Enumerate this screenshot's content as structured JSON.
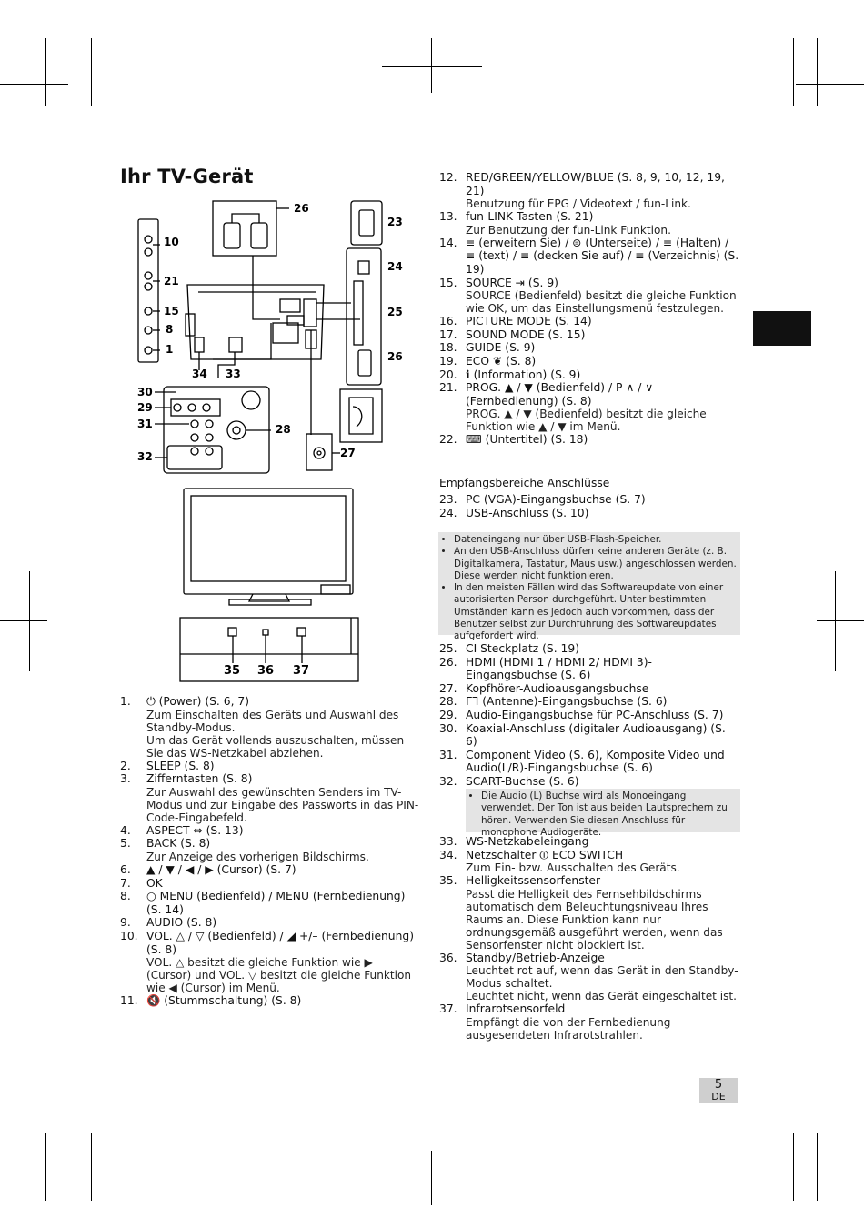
{
  "page_title": "Ihr TV-Gerät",
  "page_number": "5",
  "page_lang": "DE",
  "diagram_labels": [
    "1",
    "8",
    "15",
    "21",
    "10",
    "26",
    "23",
    "24",
    "25",
    "26",
    "34",
    "33",
    "30",
    "29",
    "31",
    "28",
    "32",
    "27",
    "35",
    "36",
    "37"
  ],
  "left_items": [
    {
      "n": "1.",
      "t": "⏻ (Power) (S. 6, 7)",
      "s": [
        "Zum Einschalten des Geräts und Auswahl des Standby-Modus.",
        "Um das Gerät vollends auszuschalten, müssen Sie das WS-Netzkabel abziehen."
      ]
    },
    {
      "n": "2.",
      "t": "SLEEP (S. 8)",
      "s": []
    },
    {
      "n": "3.",
      "t": "Zifferntasten (S. 8)",
      "s": [
        "Zur Auswahl des gewünschten Senders im TV-Modus und zur Eingabe des Passworts in das PIN-Code-Eingabefeld."
      ]
    },
    {
      "n": "4.",
      "t": "ASPECT ⇔ (S. 13)",
      "s": []
    },
    {
      "n": "5.",
      "t": "BACK (S. 8)",
      "s": [
        "Zur Anzeige des vorherigen Bildschirms."
      ]
    },
    {
      "n": "6.",
      "t": "▲ / ▼ / ◀ / ▶ (Cursor) (S. 7)",
      "s": []
    },
    {
      "n": "7.",
      "t": "OK",
      "s": []
    },
    {
      "n": "8.",
      "t": "○ MENU (Bedienfeld) / MENU (Fernbedienung) (S. 14)",
      "s": []
    },
    {
      "n": "9.",
      "t": "AUDIO (S. 8)",
      "s": []
    },
    {
      "n": "10.",
      "t": "VOL. △ / ▽ (Bedienfeld) / ◢ +/– (Fernbedienung) (S. 8)",
      "s": [
        "VOL. △ besitzt die gleiche Funktion wie ▶ (Cursor) und VOL. ▽ besitzt die gleiche Funktion wie ◀ (Cursor) im Menü."
      ]
    },
    {
      "n": "11.",
      "t": "🔇 (Stummschaltung) (S. 8)",
      "s": []
    }
  ],
  "right_items_a": [
    {
      "n": "12.",
      "t": "RED/GREEN/YELLOW/BLUE (S. 8, 9, 10, 12, 19, 21)",
      "s": [
        "Benutzung für EPG / Videotext / fun-Link."
      ]
    },
    {
      "n": "13.",
      "t": "fun-LINK Tasten (S. 21)",
      "s": [
        "Zur Benutzung der fun-Link Funktion."
      ]
    },
    {
      "n": "14.",
      "t": "≡ (erweitern Sie) / ⊜ (Unterseite) / ≡ (Halten) / ≡ (text) / ≡ (decken Sie auf) / ≡ (Verzeichnis) (S. 19)",
      "s": []
    },
    {
      "n": "15.",
      "t": "SOURCE ⇥ (S. 9)",
      "s": [
        "SOURCE (Bedienfeld) besitzt die gleiche Funktion wie OK, um das Einstellungsmenü festzulegen."
      ]
    },
    {
      "n": "16.",
      "t": "PICTURE MODE (S. 14)",
      "s": []
    },
    {
      "n": "17.",
      "t": "SOUND MODE (S. 15)",
      "s": []
    },
    {
      "n": "18.",
      "t": "GUIDE (S. 9)",
      "s": []
    },
    {
      "n": "19.",
      "t": "ECO ❦ (S. 8)",
      "s": []
    },
    {
      "n": "20.",
      "t": "ℹ (Information) (S. 9)",
      "s": []
    },
    {
      "n": "21.",
      "t": "PROG. ▲ / ▼ (Bedienfeld) / P ∧ / ∨ (Fernbedienung) (S. 8)",
      "s": [
        "PROG. ▲ / ▼ (Bedienfeld) besitzt die gleiche Funktion wie ▲ / ▼ im Menü."
      ]
    },
    {
      "n": "22.",
      "t": "⌨ (Untertitel) (S. 18)",
      "s": []
    }
  ],
  "section_head": "Empfangsbereiche Anschlüsse",
  "right_items_b": [
    {
      "n": "23.",
      "t": "PC (VGA)-Eingangsbuchse (S. 7)"
    },
    {
      "n": "24.",
      "t": "USB-Anschluss (S. 10)"
    }
  ],
  "note_usb": [
    "Dateneingang nur über USB-Flash-Speicher.",
    "An den USB-Anschluss dürfen keine anderen Geräte (z. B. Digitalkamera, Tastatur, Maus usw.) angeschlossen werden. Diese werden nicht funktionieren.",
    "In den meisten Fällen wird das Softwareupdate von einer autorisierten Person durchgeführt. Unter bestimmten Umständen kann es jedoch auch vorkommen, dass der Benutzer selbst zur Durchführung des Softwareupdates aufgefordert wird."
  ],
  "right_items_c": [
    {
      "n": "25.",
      "t": "CI Steckplatz (S. 19)"
    },
    {
      "n": "26.",
      "t": "HDMI (HDMI 1 / HDMI 2/ HDMI 3)-Eingangsbuchse (S. 6)"
    },
    {
      "n": "27.",
      "t": "Kopfhörer-Audioausgangsbuchse"
    },
    {
      "n": "28.",
      "t": "ᒥᒣ (Antenne)-Eingangsbuchse (S. 6)"
    },
    {
      "n": "29.",
      "t": "Audio-Eingangsbuchse für PC-Anschluss (S. 7)"
    },
    {
      "n": "30.",
      "t": "Koaxial-Anschluss (digitaler Audioausgang) (S. 6)"
    },
    {
      "n": "31.",
      "t": "Component Video (S. 6), Komposite Video und Audio(L/R)-Eingangsbuchse (S. 6)"
    },
    {
      "n": "32.",
      "t": "SCART-Buchse (S. 6)"
    }
  ],
  "note_audio": "Die Audio (L) Buchse wird als Monoeingang verwendet. Der Ton ist aus beiden Lautsprechern zu hören. Verwenden Sie diesen Anschluss für monophone Audiogeräte.",
  "right_items_d": [
    {
      "n": "33.",
      "t": "WS-Netzkabeleingang",
      "s": []
    },
    {
      "n": "34.",
      "t": "Netzschalter ⏼ ECO SWITCH",
      "s": [
        "Zum Ein- bzw. Ausschalten des Geräts."
      ]
    },
    {
      "n": "35.",
      "t": "Helligkeitssensorfenster",
      "s": [
        "Passt die Helligkeit des Fernsehbildschirms automatisch dem Beleuchtungsniveau Ihres Raums an. Diese Funktion kann nur ordnungsgemäß ausgeführt werden, wenn das Sensorfenster nicht blockiert ist."
      ]
    },
    {
      "n": "36.",
      "t": "Standby/Betrieb-Anzeige",
      "s": [
        "Leuchtet rot auf, wenn das Gerät in den Standby-Modus schaltet.",
        "Leuchtet nicht, wenn das Gerät eingeschaltet ist."
      ]
    },
    {
      "n": "37.",
      "t": "Infrarotsensorfeld",
      "s": [
        "Empfängt die von der Fernbedienung ausgesendeten Infrarotstrahlen."
      ]
    }
  ]
}
